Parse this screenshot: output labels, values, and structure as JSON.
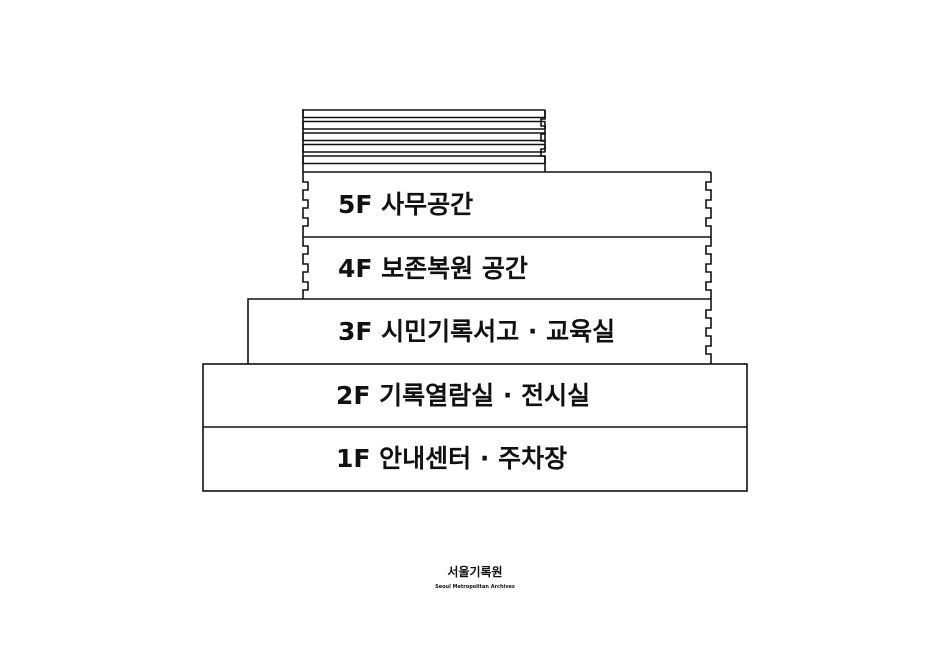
{
  "building": {
    "floors": [
      {
        "label": "5F 사무공간"
      },
      {
        "label": "4F 보존복원 공간"
      },
      {
        "label": "3F 시민기록서고 · 교육실"
      },
      {
        "label": "2F 기록열람실 · 전시실"
      },
      {
        "label": "1F 안내센터 · 주차장"
      }
    ]
  },
  "logo": {
    "name_ko": "서울기록원",
    "name_en": "Seoul Metropolitan Archives"
  },
  "colors": {
    "line": "#111111",
    "background": "#ffffff"
  }
}
